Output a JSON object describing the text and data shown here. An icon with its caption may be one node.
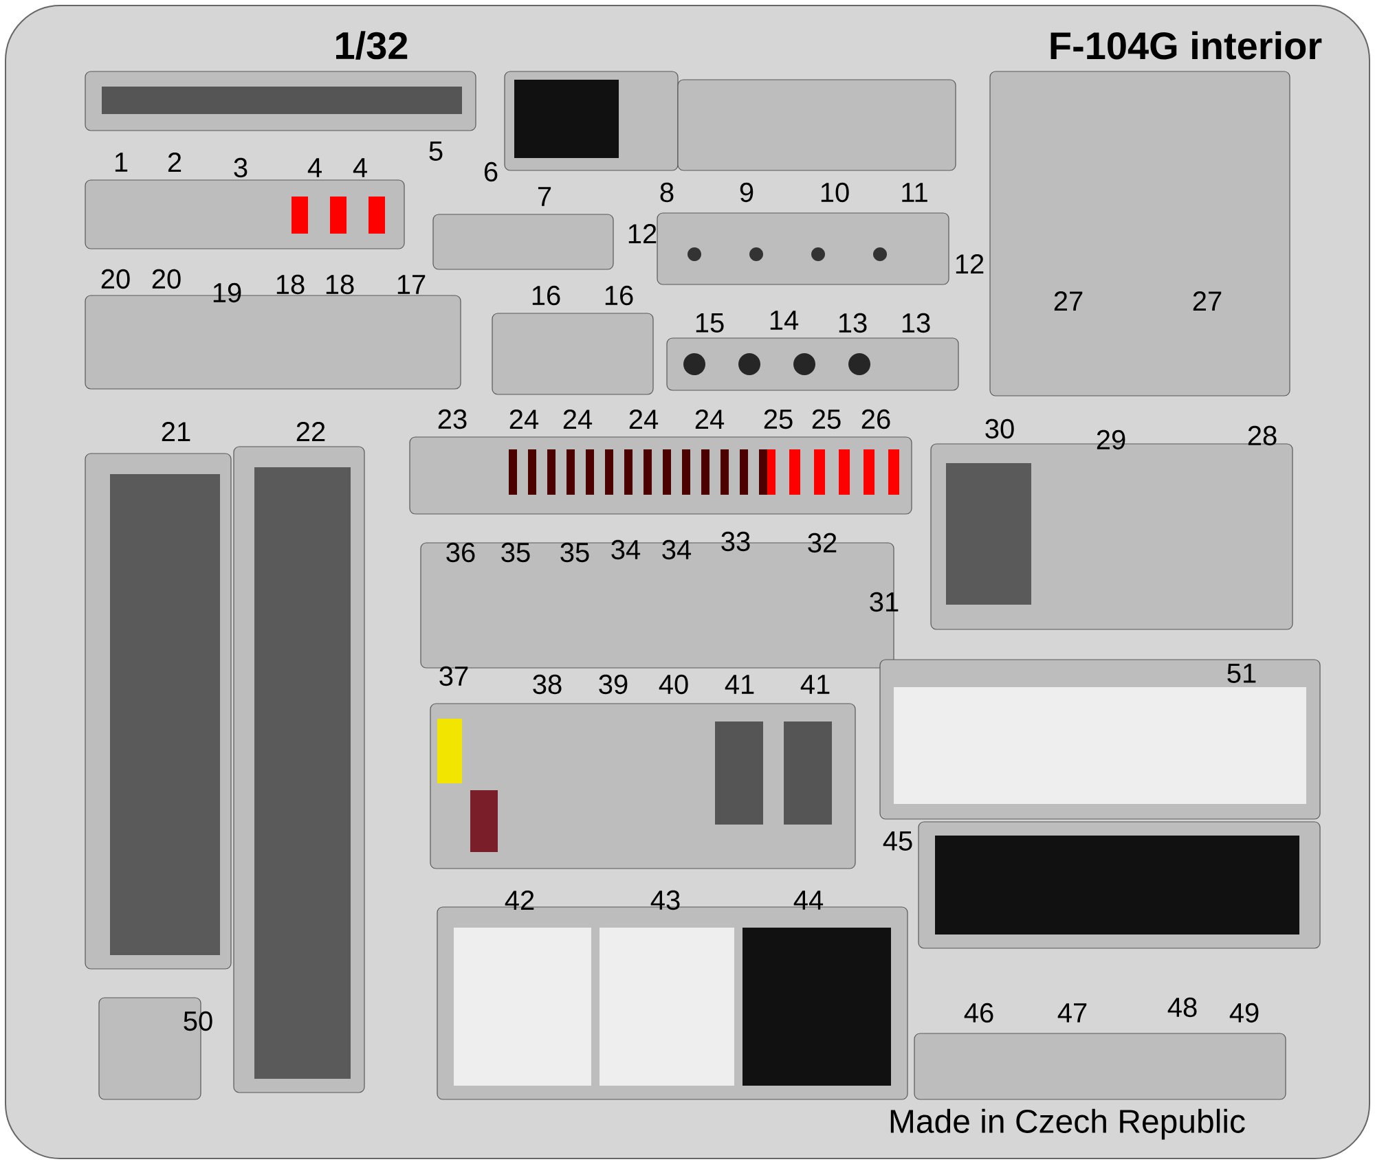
{
  "diagram": {
    "title": "F-104G interior",
    "labels": [
      "1/32",
      "1",
      "2",
      "3",
      "4",
      "4",
      "5",
      "6",
      "7",
      "8",
      "9",
      "10",
      "11",
      "12",
      "12",
      "20",
      "20",
      "19",
      "18",
      "18",
      "17",
      "16",
      "16",
      "15",
      "14",
      "13",
      "13",
      "27",
      "27",
      "21",
      "22",
      "23",
      "24",
      "24",
      "24",
      "24",
      "25",
      "25",
      "26",
      "30",
      "29",
      "28",
      "36",
      "35",
      "35",
      "34",
      "34",
      "33",
      "32",
      "31",
      "37",
      "38",
      "39",
      "40",
      "41",
      "41",
      "51",
      "45",
      "42",
      "43",
      "44",
      "46",
      "47",
      "48",
      "49",
      "50",
      "Made in Czech Republic"
    ]
  }
}
